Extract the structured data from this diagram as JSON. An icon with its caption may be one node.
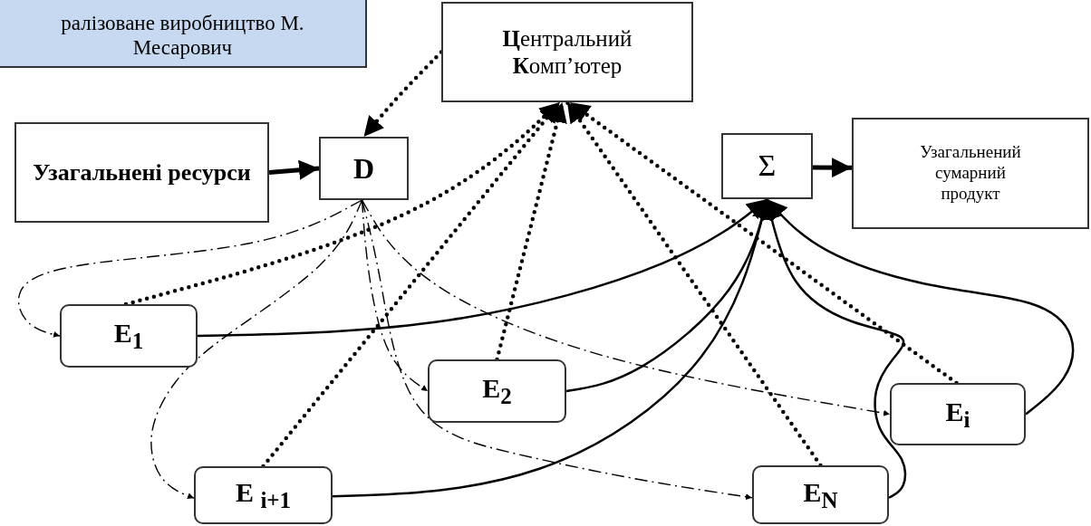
{
  "diagram": {
    "nodes": [
      {
        "text": [
          "ралізоване виробництво М. Месарович"
        ]
      },
      {
        "text": [
          "**Ц**ентральний **К**омп’ютер"
        ]
      },
      {
        "text": [
          "Узагальнені ресурси"
        ]
      },
      {
        "text": [
          "D"
        ]
      },
      {
        "text": [
          "Σ"
        ]
      },
      {
        "text": [
          "Узагальнений сумарний продукт"
        ]
      },
      {
        "text": [
          "E$_{1}$"
        ]
      },
      {
        "text": [
          "E$_{2}$"
        ]
      },
      {
        "text": [
          "E $_{i+1}$"
        ]
      },
      {
        "text": [
          "E$_{i}$"
        ]
      },
      {
        "text": [
          "E$_{N}$"
        ]
      }
    ],
    "edges": [
      {
        "from": 2,
        "to": 3,
        "arrow": "to",
        "style": "thick"
      },
      {
        "from": 1,
        "to": 3,
        "arrow": "to",
        "style": "dashed"
      },
      {
        "from": 6,
        "to": 1,
        "arrow": "to",
        "style": "dashed"
      },
      {
        "from": 8,
        "to": 1,
        "arrow": "to",
        "style": "dashed"
      },
      {
        "from": 7,
        "to": 1,
        "arrow": "to",
        "style": "dashed"
      },
      {
        "from": 10,
        "to": 1,
        "arrow": "to",
        "style": "dashed"
      },
      {
        "from": 9,
        "to": 1,
        "arrow": "to",
        "style": "dashed"
      },
      {
        "from": 3,
        "to": 6,
        "arrow": "to",
        "style": "dashed"
      },
      {
        "from": 3,
        "to": 8,
        "arrow": "to",
        "style": "dashed"
      },
      {
        "from": 3,
        "to": 7,
        "arrow": "to",
        "style": "dashed"
      },
      {
        "from": 3,
        "to": 9,
        "arrow": "to",
        "style": "dashed"
      },
      {
        "from": 3,
        "to": 10,
        "arrow": "to",
        "style": "dashed"
      },
      {
        "from": 6,
        "to": 4,
        "arrow": "to"
      },
      {
        "from": 7,
        "to": 4,
        "arrow": "to"
      },
      {
        "from": 8,
        "to": 4,
        "arrow": "to"
      },
      {
        "from": 10,
        "to": 4,
        "arrow": "to"
      },
      {
        "from": 9,
        "to": 4,
        "arrow": "to"
      },
      {
        "from": 4,
        "to": 5,
        "arrow": "to",
        "style": "thick"
      }
    ]
  }
}
